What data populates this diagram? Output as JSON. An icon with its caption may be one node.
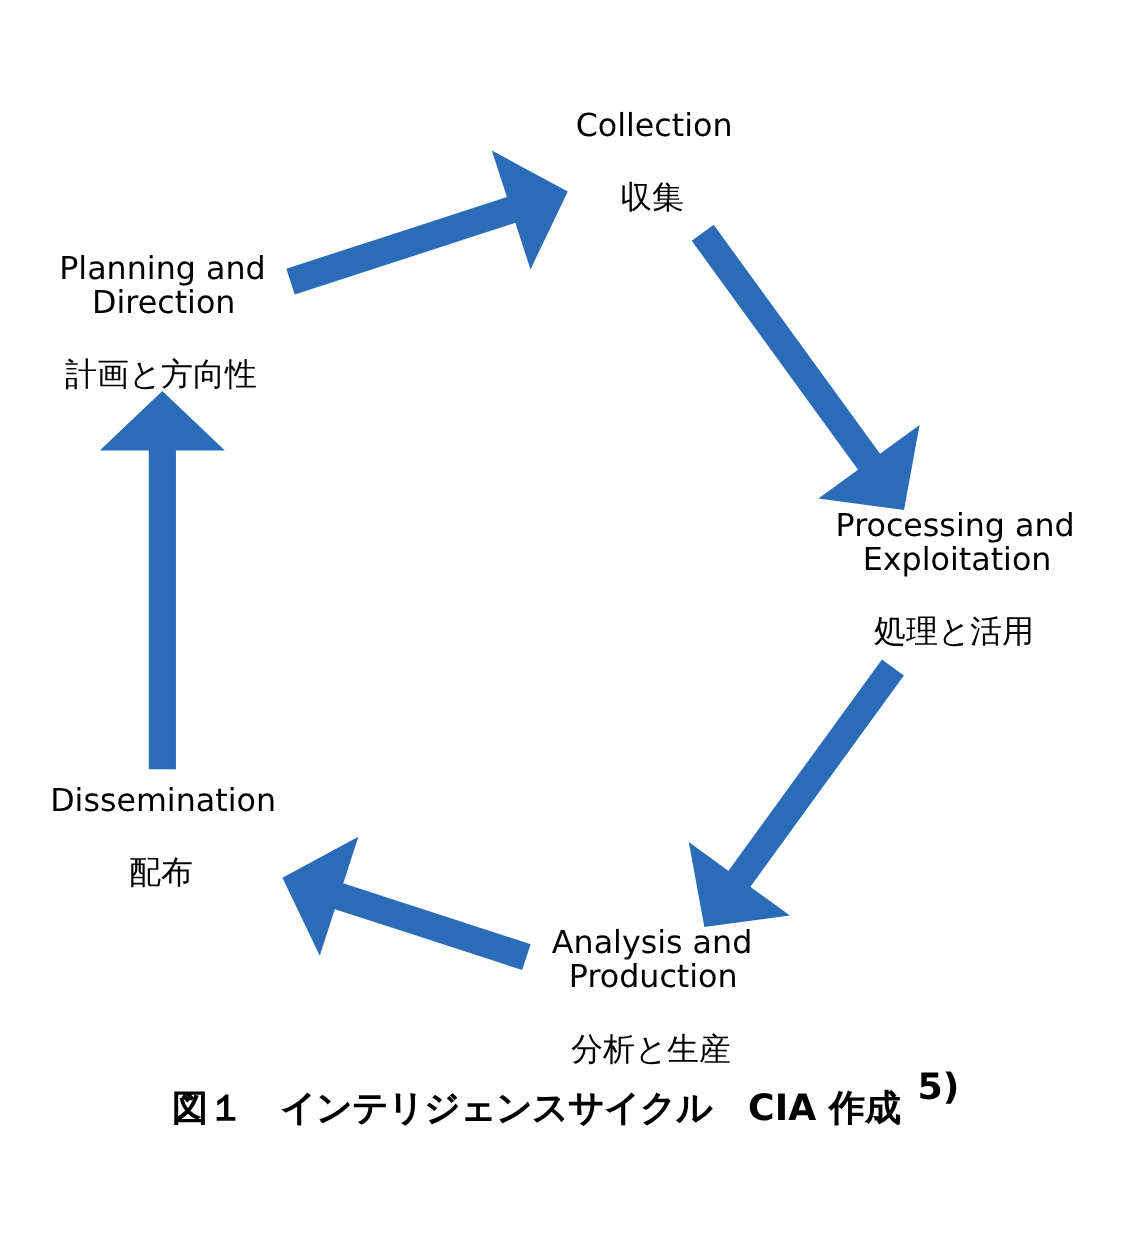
{
  "diagram": {
    "caption": "図１　インテリジェンスサイクル　CIA 作成$^{5)}$",
    "nodes": [
      {
        "text": [
          "Dissemination",
          "配布"
        ]
      },
      {
        "text": [
          "Planning and Direction",
          "計画と方向性"
        ]
      },
      {
        "text": [
          "Collection",
          "収集"
        ]
      },
      {
        "text": [
          "Processing and Exploitation",
          "処理と活用"
        ]
      },
      {
        "text": [
          "Analysis and Production",
          "分析と生産"
        ]
      }
    ],
    "edges": [
      {
        "from": 0,
        "to": 1,
        "arrow": "to"
      },
      {
        "from": 1,
        "to": 2,
        "arrow": "to"
      },
      {
        "from": 2,
        "to": 3,
        "arrow": "to"
      },
      {
        "from": 3,
        "to": 4,
        "arrow": "to"
      },
      {
        "from": 4,
        "to": 0,
        "arrow": "to"
      }
    ]
  }
}
